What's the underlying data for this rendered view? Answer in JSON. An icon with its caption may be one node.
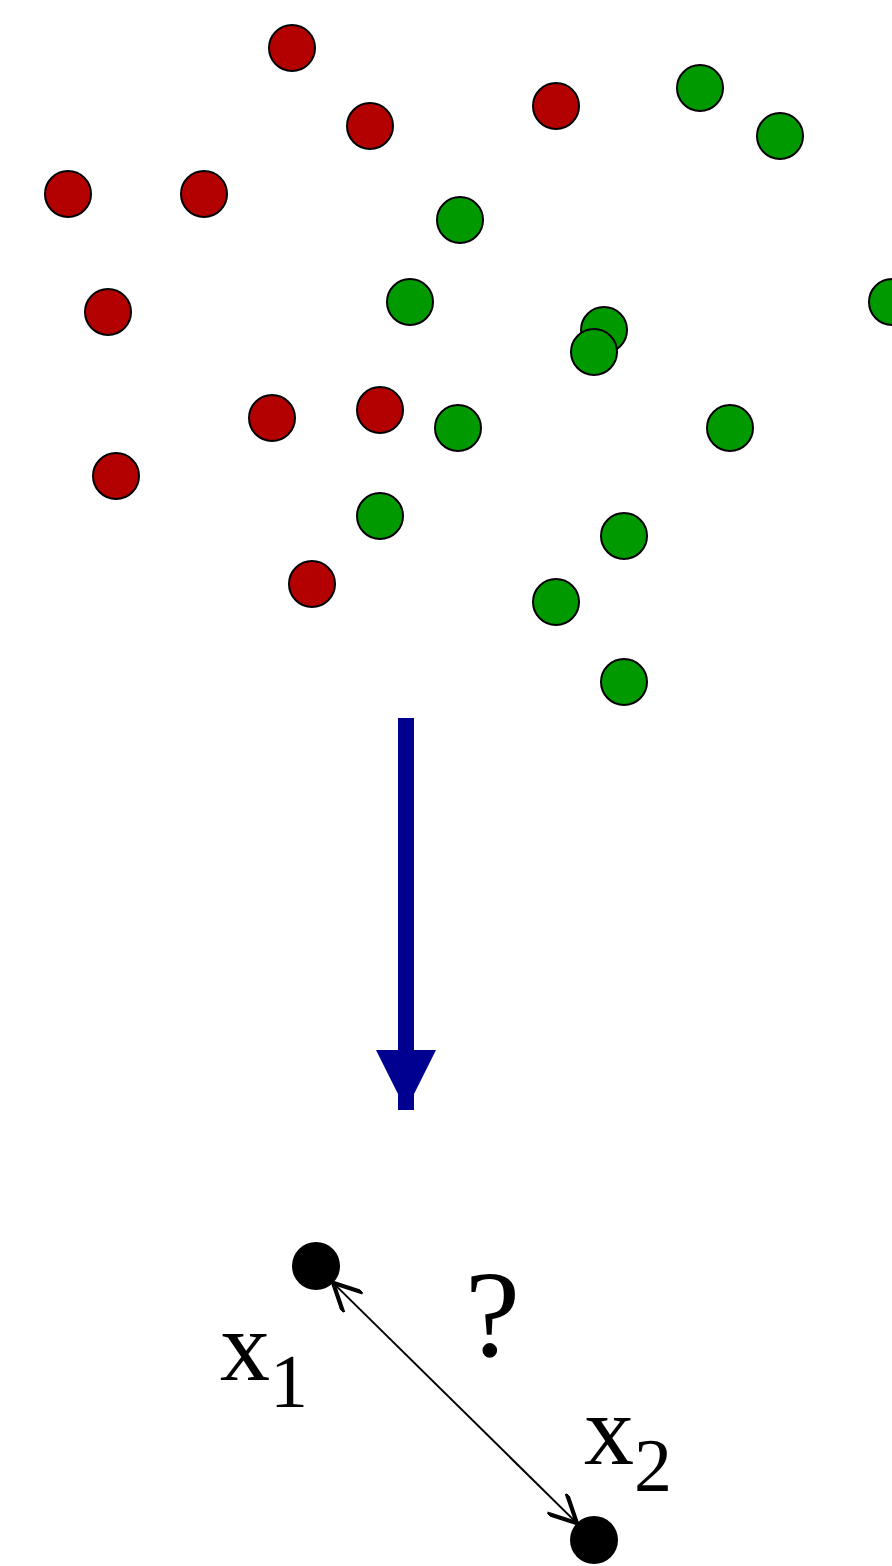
{
  "diagram": {
    "nodes": [
      {
        "text": [],
        "shape": "picture"
      },
      {
        "text": [],
        "shape": "circle",
        "beside": [
          "x$_{1}$"
        ]
      },
      {
        "text": [],
        "shape": "circle",
        "beside": [
          "x$_{2}$"
        ]
      }
    ],
    "edges": [
      {
        "from": 0,
        "to": null,
        "arrow": "to",
        "style": "thick",
        "color": "#000090"
      },
      {
        "from": 1,
        "to": 2,
        "arrow": "both",
        "label": "?",
        "color": "#000000"
      }
    ]
  }
}
